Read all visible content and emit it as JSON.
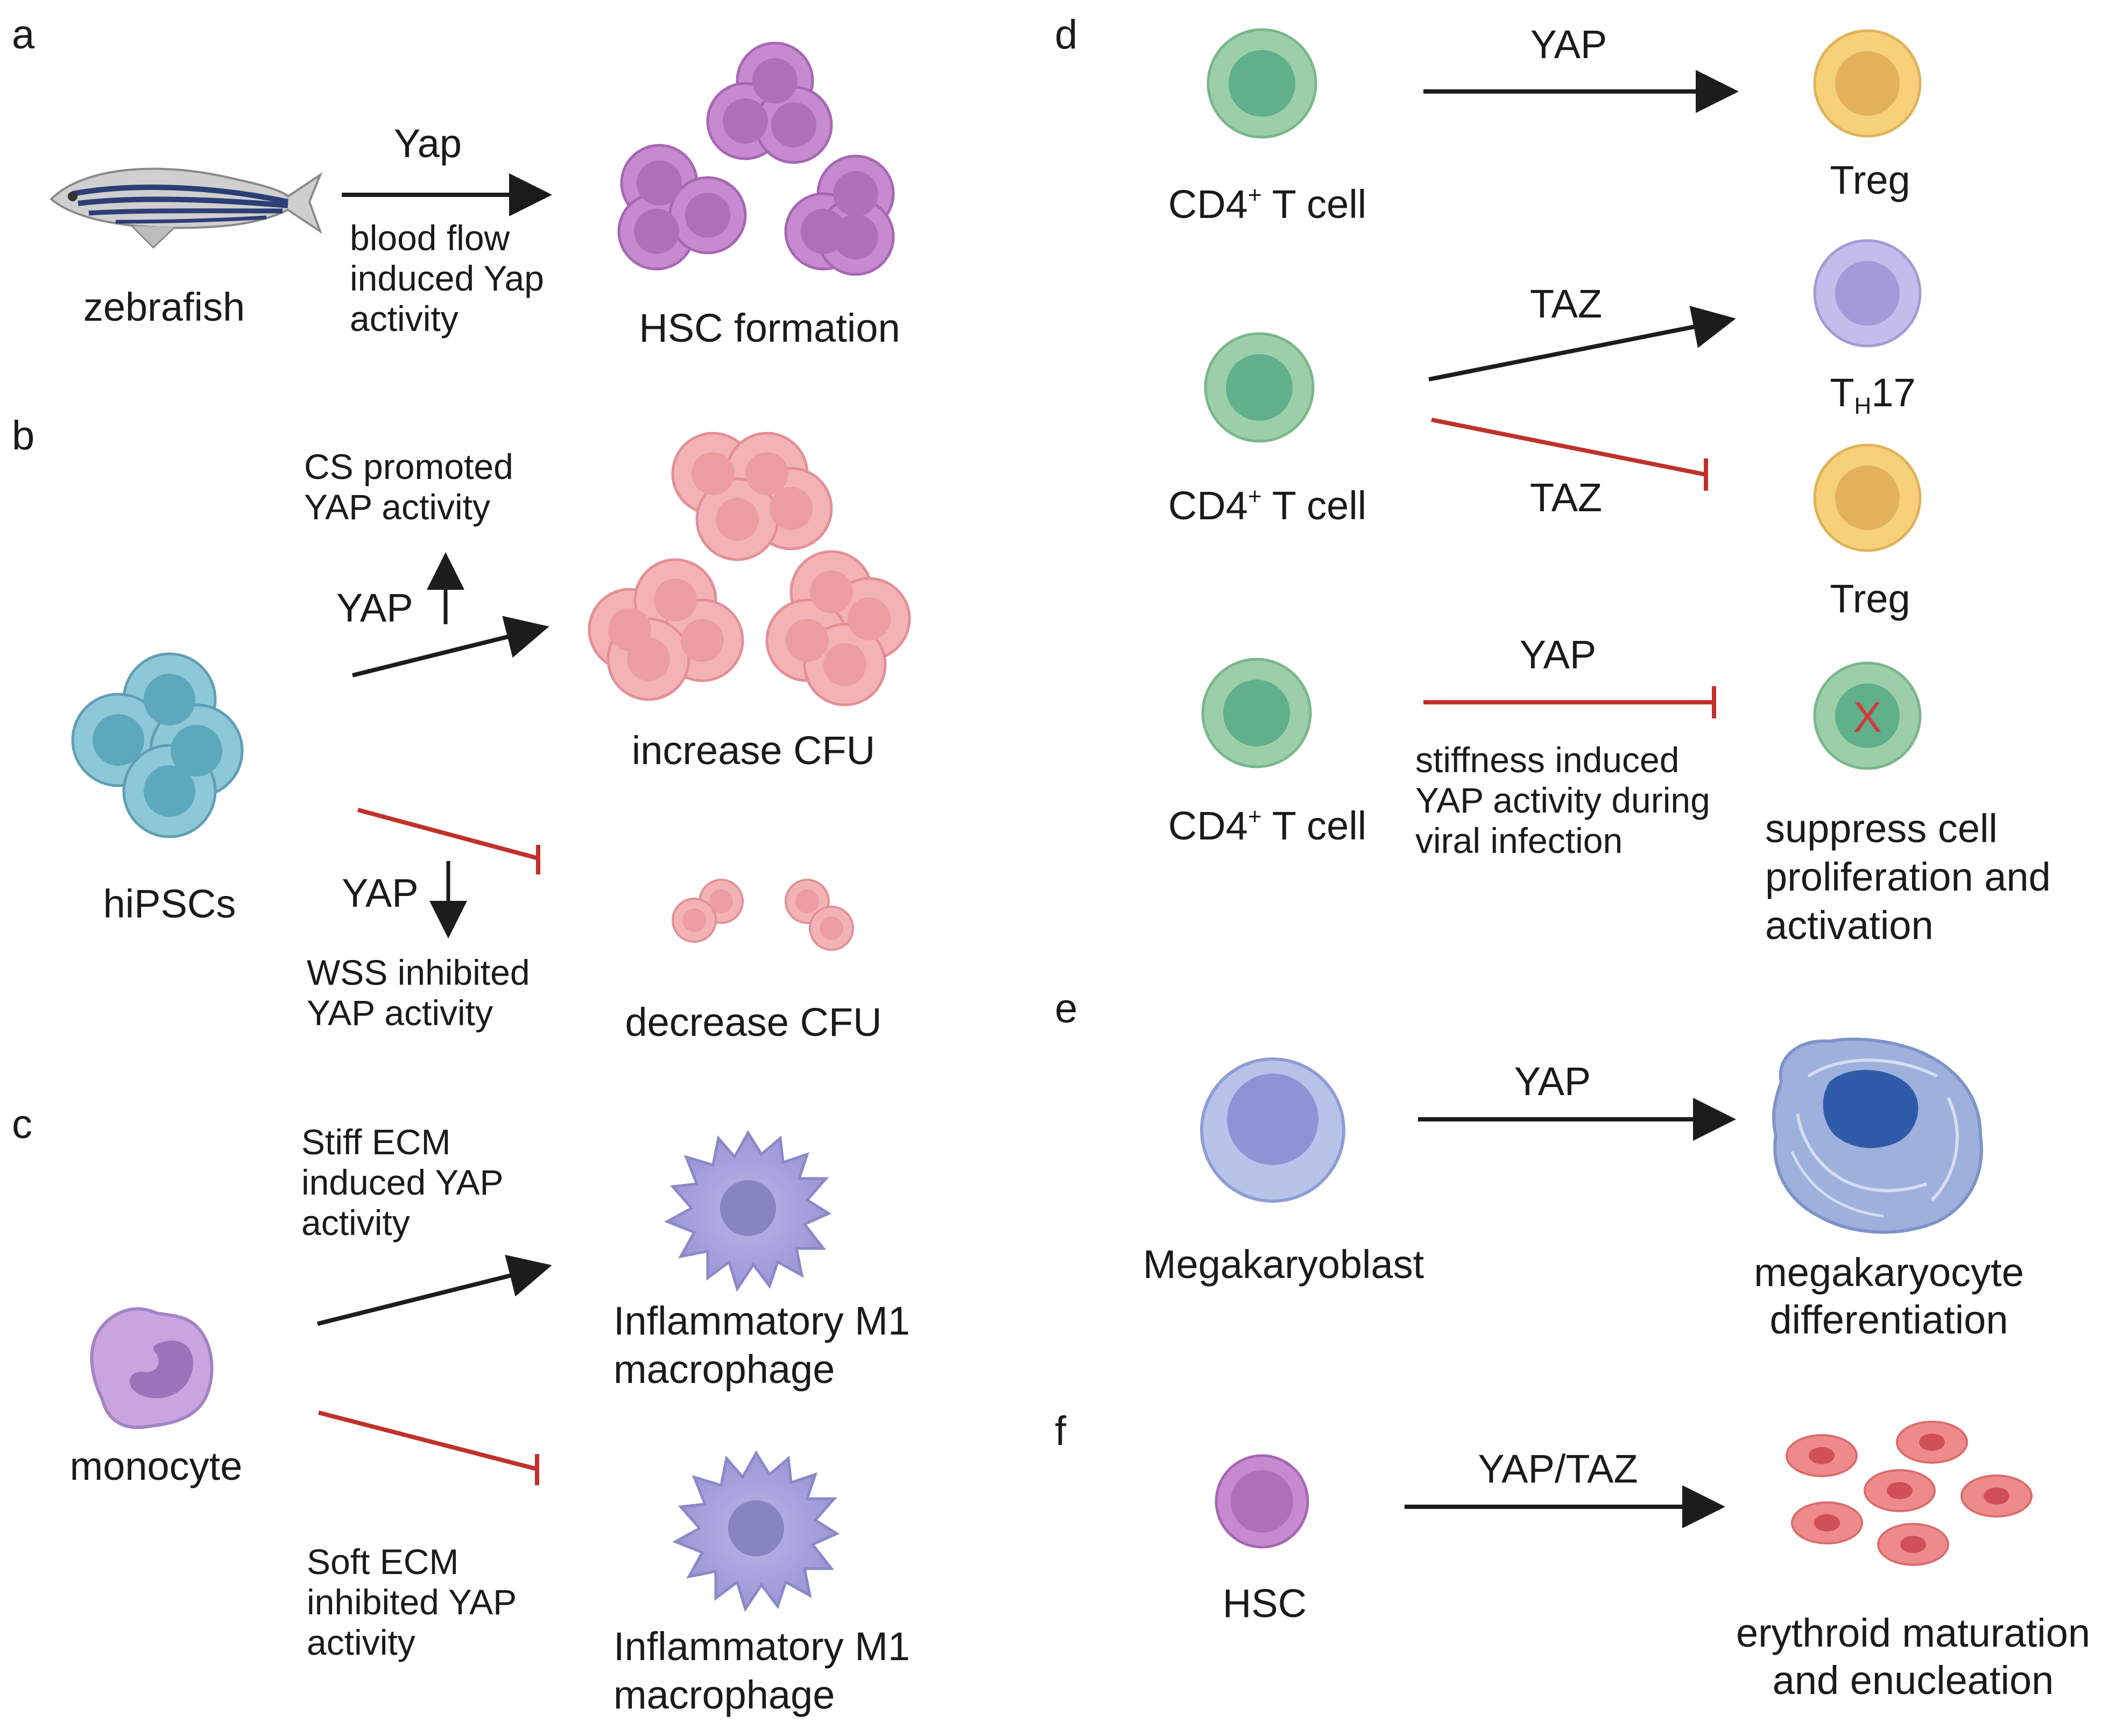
{
  "colors": {
    "arrow": "#1c1c1c",
    "inhibit": "#c0312b",
    "purple_cell": "#c78ad0",
    "purple_core": "#b070b8",
    "pink_cell": "#f3b3b6",
    "pink_core": "#ec9da1",
    "teal_cell": "#8dc8d8",
    "teal_core": "#5ea8bd",
    "green_cell": "#9ccfa9",
    "green_core": "#5fb08b",
    "yellow_cell": "#f7d17a",
    "yellow_core": "#e2b25a",
    "lavender_cell": "#c4bdeb",
    "lavender_core": "#a29ad9",
    "blue_cell": "#b9c3e9",
    "blue_core": "#8e93d6",
    "macrophage": "#a9a7de",
    "rbc": "#ef8a8a",
    "x_mark": "#d23a3a"
  },
  "panels": {
    "a": {
      "letter": "a",
      "source": "zebrafish",
      "arrow_label": "Yap",
      "note": [
        "blood flow",
        "induced Yap",
        "activity"
      ],
      "result": "HSC formation",
      "icons": [
        "zebrafish-icon",
        "hsc-cluster-icon"
      ]
    },
    "b": {
      "letter": "b",
      "source": "hiPSCs",
      "up_note": [
        "CS promoted",
        "YAP activity"
      ],
      "up_label": "YAP",
      "up_result": "increase CFU",
      "down_label": "YAP",
      "down_note": [
        "WSS inhibited",
        "YAP activity"
      ],
      "down_result": "decrease CFU"
    },
    "c": {
      "letter": "c",
      "source": "monocyte",
      "up_note": [
        "Stiff ECM",
        "induced YAP",
        "activity"
      ],
      "up_result": [
        "Inflammatory M1",
        "macrophage"
      ],
      "down_note": [
        "Soft ECM",
        "inhibited YAP",
        "activity"
      ],
      "down_result": [
        "Inflammatory M1",
        "macrophage"
      ]
    },
    "d": {
      "letter": "d",
      "row1": {
        "source": "CD4",
        "source_sup": "+",
        "source_rest": " T cell",
        "label": "YAP",
        "result": "Treg"
      },
      "row2": {
        "source": "CD4",
        "source_sup": "+",
        "source_rest": " T cell",
        "up_label": "TAZ",
        "up_result": "T",
        "up_result_sub": "H",
        "up_result_rest": "17",
        "down_label": "TAZ",
        "down_result": "Treg"
      },
      "row3": {
        "source": "CD4",
        "source_sup": "+",
        "source_rest": " T cell",
        "label": "YAP",
        "note": [
          "stiffness induced",
          "YAP activity during",
          "viral infection"
        ],
        "result": [
          "suppress cell",
          "proliferation and",
          "activation"
        ],
        "mark": "X"
      }
    },
    "e": {
      "letter": "e",
      "source": "Megakaryoblast",
      "label": "YAP",
      "result": [
        "megakaryocyte",
        "differentiation"
      ]
    },
    "f": {
      "letter": "f",
      "source": "HSC",
      "label": "YAP/TAZ",
      "result": [
        "erythroid maturation",
        "and enucleation"
      ]
    }
  }
}
